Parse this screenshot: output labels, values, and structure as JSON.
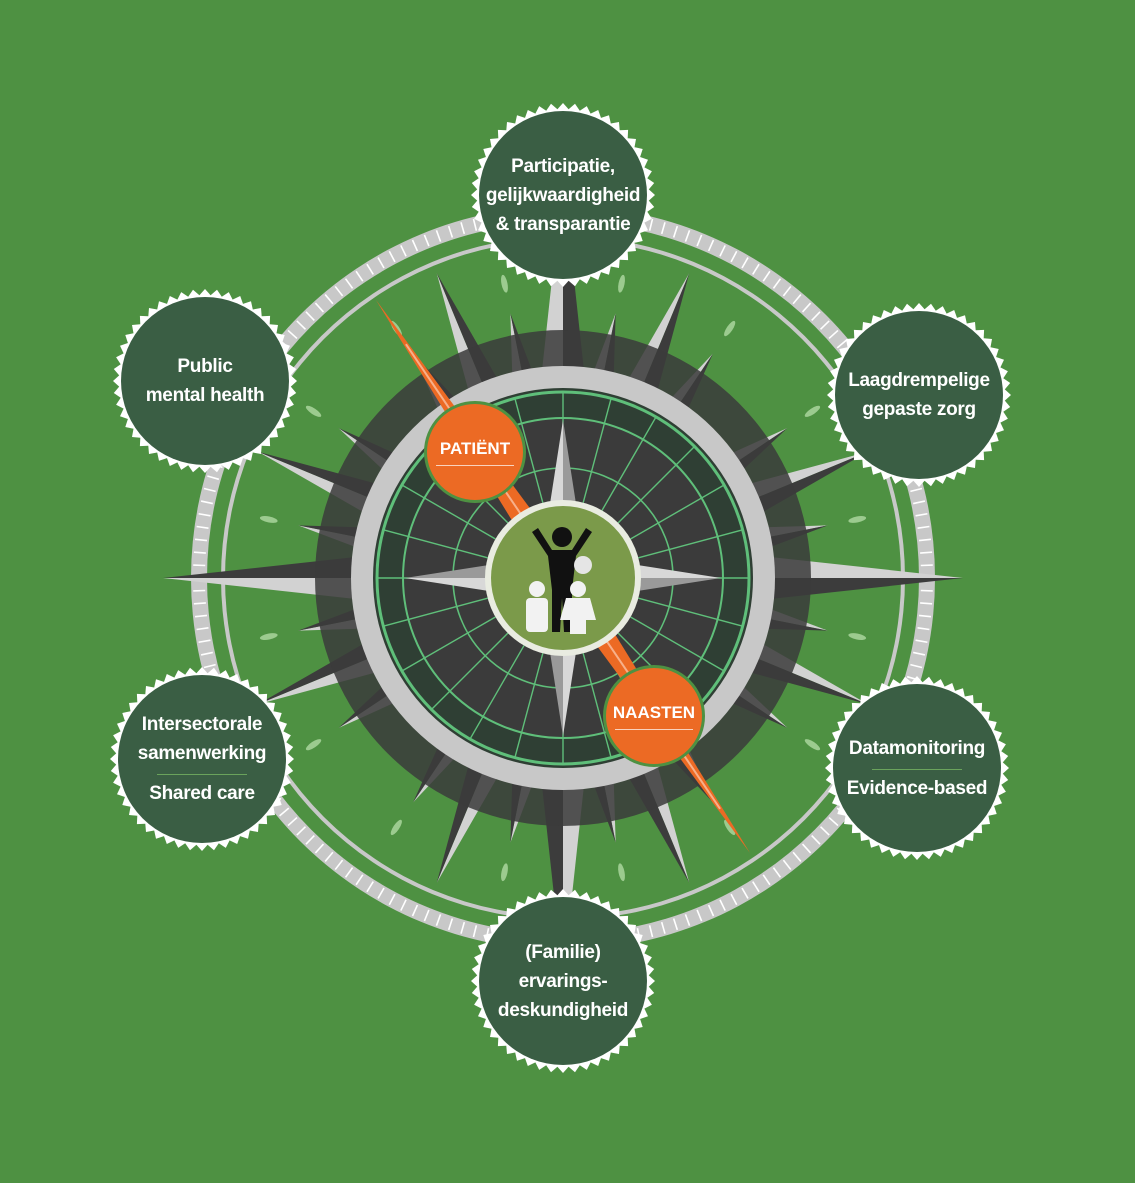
{
  "colors": {
    "background": "#4e9142",
    "node_fill": "#3a5e44",
    "accent_orange": "#ec6a24",
    "compass_dark": "#3b3b3b",
    "compass_light": "#c9c9c9",
    "center_fill": "#7b9a4a"
  },
  "center": {
    "icon": "family-icon"
  },
  "needle": {
    "top_label": "PATIËNT",
    "bottom_label": "NAASTEN"
  },
  "nodes": {
    "top": {
      "lines": [
        "Participatie,",
        "gelijkwaardigheid",
        "& transparantie"
      ]
    },
    "upper_left": {
      "lines": [
        "Public",
        "mental health"
      ]
    },
    "upper_right": {
      "lines": [
        "Laagdrempelige",
        "gepaste zorg"
      ]
    },
    "lower_left": {
      "lines": [
        "Intersectorale",
        "samenwerking"
      ],
      "sub": "Shared care"
    },
    "lower_right": {
      "lines": [
        "Datamonitoring"
      ],
      "sub": "Evidence-based"
    },
    "bottom": {
      "lines": [
        "(Familie)",
        "ervarings-",
        "deskundigheid"
      ]
    }
  }
}
